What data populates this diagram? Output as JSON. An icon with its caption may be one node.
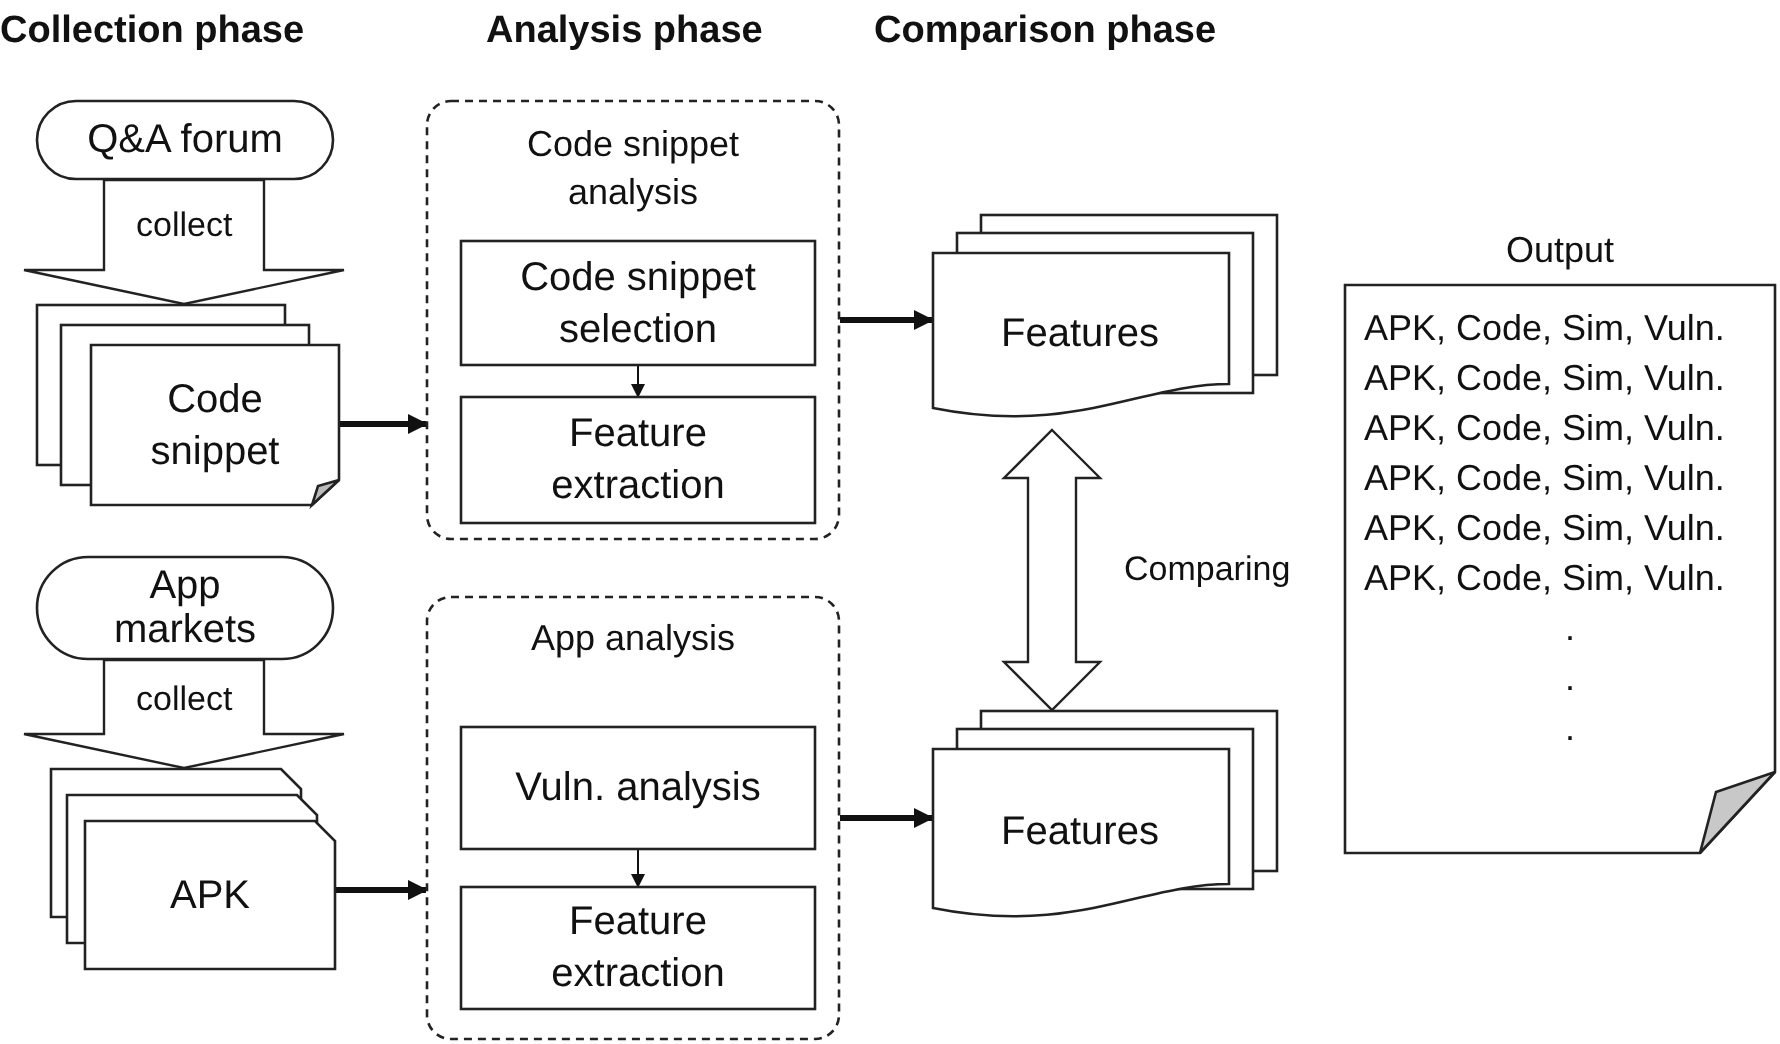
{
  "diagram": {
    "nodes": [
      {
        "text": [
          "Q&A forum"
        ]
      },
      {
        "text": [
          "Code snippet"
        ]
      },
      {
        "text": [
          "App markets"
        ]
      },
      {
        "text": [
          "APK"
        ]
      },
      {
        "text": [
          "Code snippet analysis"
        ]
      },
      {
        "text": [
          "Code snippet selection"
        ],
        "in": 4
      },
      {
        "text": [
          "Feature extraction"
        ],
        "in": 4
      },
      {
        "text": [
          "App analysis"
        ]
      },
      {
        "text": [
          "Vuln. analysis"
        ],
        "in": 7
      },
      {
        "text": [
          "Feature extraction"
        ],
        "in": 7
      },
      {
        "text": [
          "Features"
        ]
      },
      {
        "text": [
          "Features"
        ]
      },
      {
        "text": [
          "Output",
          "APK, Code, Sim, Vuln.",
          "APK, Code, Sim, Vuln.",
          "APK, Code, Sim, Vuln.",
          "APK, Code, Sim, Vuln.",
          "APK, Code, Sim, Vuln.",
          "APK, Code, Sim, Vuln.",
          ".",
          ".",
          "."
        ]
      }
    ],
    "edges": [
      {
        "from": 0,
        "to": 1,
        "arrow": "to",
        "label": "collect",
        "style": "thick"
      },
      {
        "from": 2,
        "to": 3,
        "arrow": "to",
        "label": "collect",
        "style": "thick"
      },
      {
        "from": 1,
        "to": 4,
        "arrow": "to"
      },
      {
        "from": 3,
        "to": 7,
        "arrow": "to"
      },
      {
        "from": 5,
        "to": 6,
        "arrow": "to"
      },
      {
        "from": 8,
        "to": 9,
        "arrow": "to"
      },
      {
        "from": 4,
        "to": 10,
        "arrow": "to"
      },
      {
        "from": 7,
        "to": 11,
        "arrow": "to"
      },
      {
        "from": 10,
        "to": 11,
        "arrow": "both",
        "label": "Comparing",
        "style": "thick"
      }
    ],
    "labels": [
      "Collection phase",
      "Analysis phase",
      "Comparison phase"
    ]
  }
}
